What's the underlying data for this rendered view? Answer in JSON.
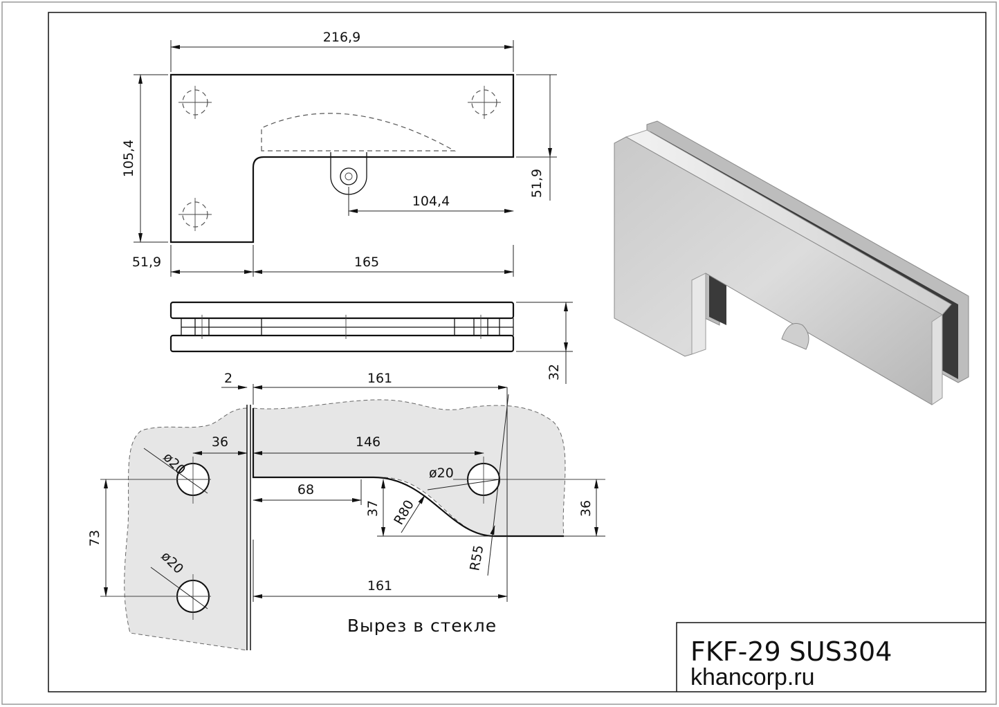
{
  "top_view": {
    "width_total": "216,9",
    "height_total": "105,4",
    "notch_height": "51,9",
    "pivot_offset": "104,4",
    "left_width": "51,9",
    "right_width": "165"
  },
  "side_view": {
    "thickness": "32"
  },
  "cutout": {
    "caption": "Вырез в стекле",
    "gap": "2",
    "top_length": "161",
    "bottom_length": "161",
    "hole_span": "146",
    "hole_offset": "36",
    "hole_dia_1": "ø20",
    "hole_dia_2": "ø20",
    "hole_dia_3": "ø20",
    "flat_length": "68",
    "step_height": "37",
    "radius_1": "R80",
    "radius_2": "R55",
    "hole_vertical_span": "73",
    "right_height": "36"
  },
  "title_block": {
    "model": "FKF-29 SUS304",
    "website": "khancorp.ru"
  }
}
